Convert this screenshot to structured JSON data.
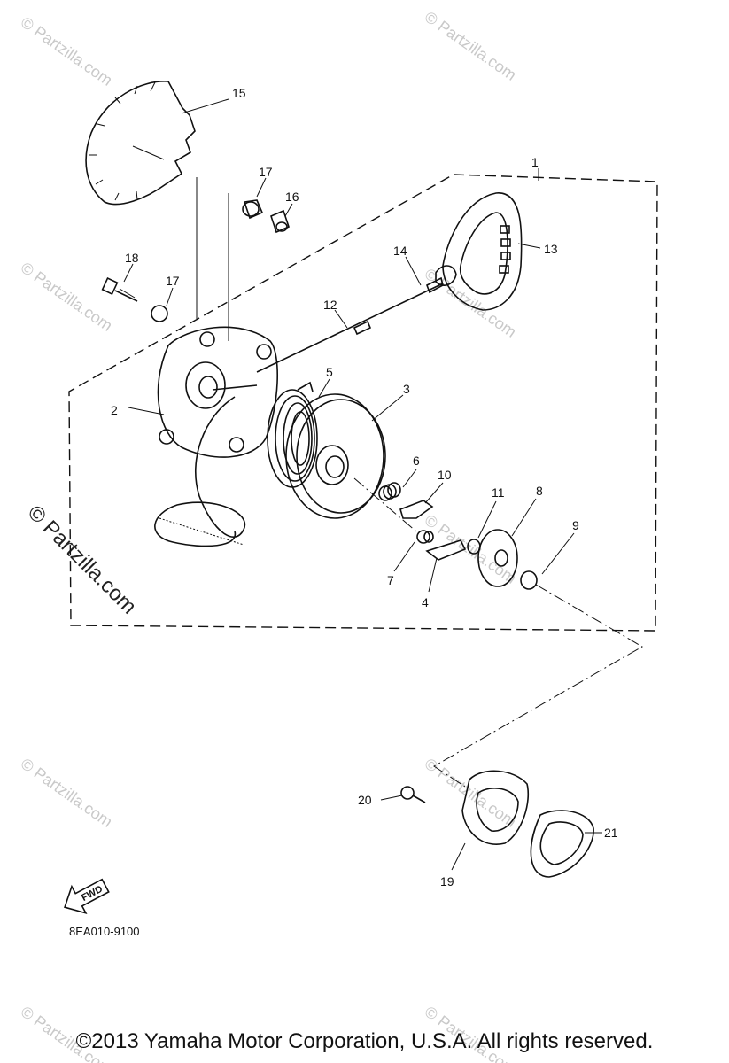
{
  "diagram": {
    "callouts": [
      "1",
      "2",
      "3",
      "4",
      "5",
      "6",
      "7",
      "8",
      "9",
      "10",
      "11",
      "12",
      "13",
      "14",
      "15",
      "16",
      "17",
      "17",
      "18",
      "19",
      "20",
      "21"
    ],
    "diagram_code": "8EA010-9100",
    "fwd_label": "FWD",
    "watermark": "© Partzilla.com",
    "copyright": "©2013  Yamaha Motor Corporation, U.S.A. All rights reserved."
  }
}
